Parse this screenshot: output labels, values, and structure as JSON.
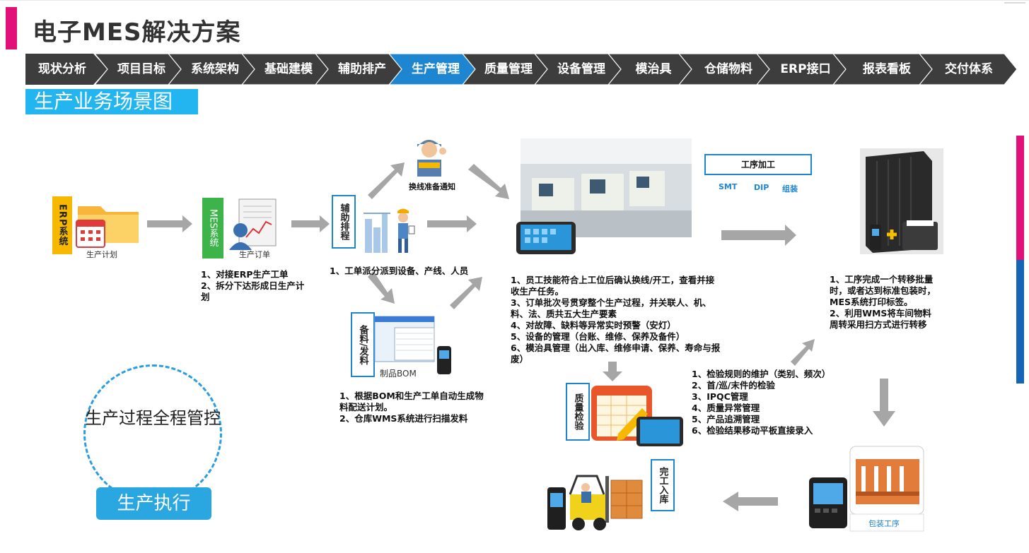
{
  "page_title": "电子MES解决方案",
  "tabs": [
    {
      "label": "现状分析",
      "active": false
    },
    {
      "label": "项目目标",
      "active": false
    },
    {
      "label": "系统架构",
      "active": false
    },
    {
      "label": "基础建模",
      "active": false
    },
    {
      "label": "辅助排产",
      "active": false
    },
    {
      "label": "生产管理",
      "active": true
    },
    {
      "label": "质量管理",
      "active": false
    },
    {
      "label": "设备管理",
      "active": false
    },
    {
      "label": "模治具",
      "active": false
    },
    {
      "label": "仓储物料",
      "active": false
    },
    {
      "label": "ERP接口",
      "active": false
    },
    {
      "label": "报表看板",
      "active": false
    },
    {
      "label": "交付体系",
      "active": false
    }
  ],
  "colors": {
    "tab_dark": "#3d3d3d",
    "tab_active": "#1e86d0",
    "accent_pink": "#e2117a",
    "accent_blue": "#1565b7",
    "section_blue": "#22b5f0",
    "arrow_gray": "#a6a6a6"
  },
  "section_title": "生产业务场景图",
  "erp": {
    "box_label": "ERP系统",
    "caption": "生产计划"
  },
  "mes": {
    "box_label": "MES系统",
    "caption": "生产订单",
    "text": [
      "1、对接ERP生产工单",
      "2、拆分下达形成日生产计划"
    ]
  },
  "schedule": {
    "box_label": "辅助排程",
    "text": [
      "1、工单派分派到设备、产线、人员"
    ]
  },
  "changeover": {
    "caption": "换线准备通知"
  },
  "material": {
    "box_label": "备料/发料",
    "caption": "制品BOM",
    "text": [
      "1、根据BOM和生产工单自动生成物料配送计划。",
      "2、仓库WMS系统进行扫描发料"
    ]
  },
  "production": {
    "text": [
      "1、员工技能符合上工位后确认换线/开工，查看并接收生产任务。",
      "3、订单批次号贯穿整个生产过程，并关联人、机、料、法、质共五大生产要素",
      "4、对故障、缺料等异常实时预警（安灯）",
      "5、设备的管理（台账、维修、保养及备件）",
      "6、模治具管理（出入库、维修申请、保养、寿命与报废）"
    ]
  },
  "process": {
    "box_label": "工序加工",
    "steps": [
      "SMT",
      "DIP",
      "组装"
    ]
  },
  "transfer": {
    "text": [
      "1、工序完成一个转移批量时，或者达到标准包装时，MES系统打印标签。",
      "2、利用WMS将车间物料周转采用扫方式进行转移"
    ]
  },
  "quality": {
    "box_label": "质量检验",
    "text": [
      "1、检验规则的维护（类别、频次）",
      "2、首/巡/末件的检验",
      "3、IPQC管理",
      "4、质量异常管理",
      "5、产品追溯管理",
      "6、检验结果移动平板直接录入"
    ]
  },
  "packing": {
    "caption": "包装工序"
  },
  "warehouse": {
    "box_label": "完工入库"
  },
  "control_circle": {
    "text": "生产过程全程管控"
  },
  "execute_button": {
    "label": "生产执行"
  }
}
